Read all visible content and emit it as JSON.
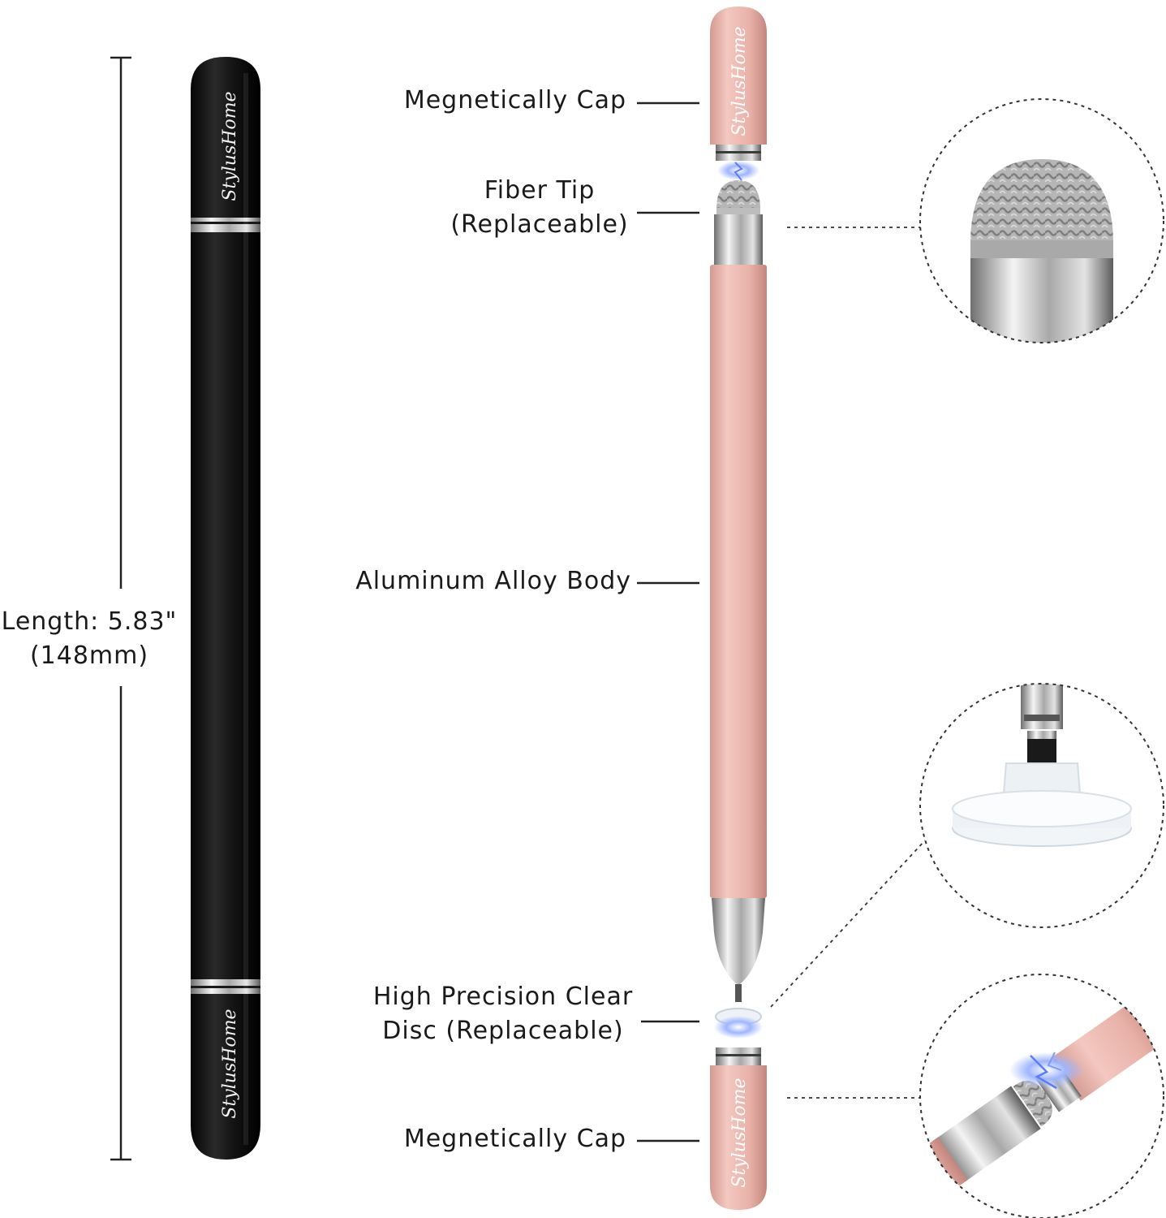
{
  "dimension": {
    "length_label": "Length: 5.83\"",
    "length_metric": "(148mm)"
  },
  "callouts": {
    "cap_top": "Megnetically Cap",
    "fiber_tip_line1": "Fiber Tip",
    "fiber_tip_line2": "(Replaceable)",
    "body": "Aluminum Alloy Body",
    "disc_line1": "High Precision Clear",
    "disc_line2": "Disc (Replaceable)",
    "cap_bottom": "Megnetically Cap"
  },
  "brand": "StylusHome",
  "colors": {
    "black_pen": "#141414",
    "rose_gold": "#e8b1a8",
    "rose_gold_dark": "#c98e86",
    "silver": "#c9c9c9",
    "line": "#222222"
  },
  "icons": {
    "magnet_spark": "lightning-spark-icon"
  }
}
